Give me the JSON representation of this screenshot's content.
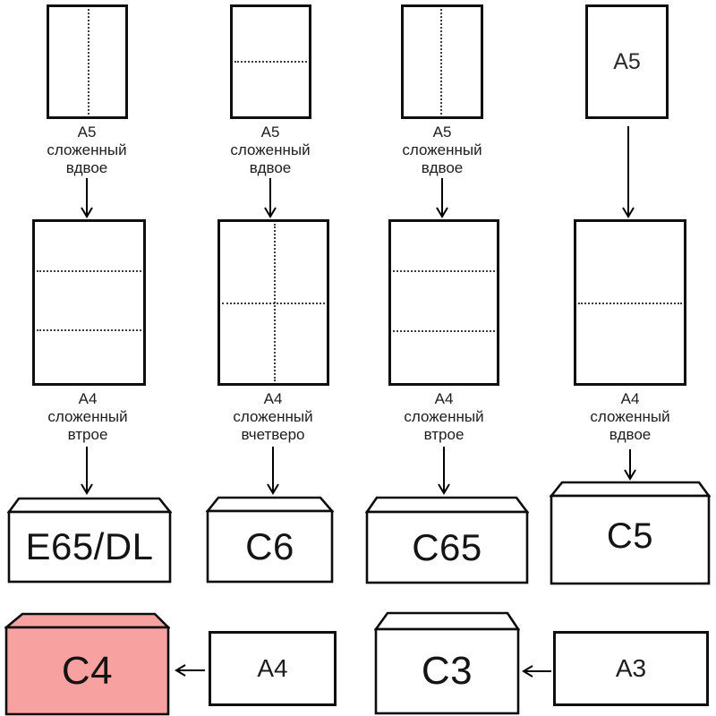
{
  "colors": {
    "c4_fill": "#f7a2a1",
    "line": "#000000",
    "white_fill": "#ffffff"
  },
  "columns": [
    {
      "a5_caption": [
        "A5",
        "сложенный",
        "вдвое"
      ],
      "a4_caption": [
        "A4",
        "сложенный",
        "втрое"
      ],
      "envelope_label": "E65/DL"
    },
    {
      "a5_caption": [
        "A5",
        "сложенный",
        "вдвое"
      ],
      "a4_caption": [
        "A4",
        "сложенный",
        "вчетверо"
      ],
      "envelope_label": "C6"
    },
    {
      "a5_caption": [
        "A5",
        "сложенный",
        "вдвое"
      ],
      "a4_caption": [
        "A4",
        "сложенный",
        "втрое"
      ],
      "envelope_label": "C65"
    },
    {
      "a5_inner_label": "A5",
      "a4_caption": [
        "A4",
        "сложенный",
        "вдвое"
      ],
      "envelope_label": "C5"
    }
  ],
  "bottom_row": {
    "c4_label": "C4",
    "a4_label": "A4",
    "c3_label": "C3",
    "a3_label": "A3"
  }
}
